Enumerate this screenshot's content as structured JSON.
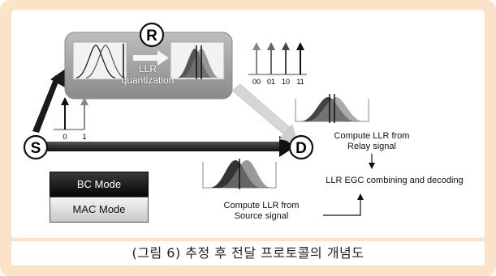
{
  "caption": "(그림 6) 추정 후 전달 프로토콜의 개념도",
  "nodes": {
    "source": "S",
    "relay": "R",
    "destination": "D"
  },
  "relay_box": {
    "line1": "LLR",
    "line2": "quantization"
  },
  "source_ticks": [
    "0",
    "1"
  ],
  "relay_ticks": [
    "00",
    "01",
    "10",
    "11"
  ],
  "modes": {
    "bc": "BC Mode",
    "mac": "MAC Mode"
  },
  "steps": {
    "relay_llr_1": "Compute LLR from",
    "relay_llr_2": "Relay signal",
    "egc": "LLR EGC combining and decoding",
    "source_llr_1": "Compute LLR from",
    "source_llr_2": "Source signal"
  },
  "colors": {
    "bc_fill": "#141414",
    "mac_fill": "#e0e0e0",
    "arrow_dark": "#222222",
    "background": "#fbe3c9"
  }
}
